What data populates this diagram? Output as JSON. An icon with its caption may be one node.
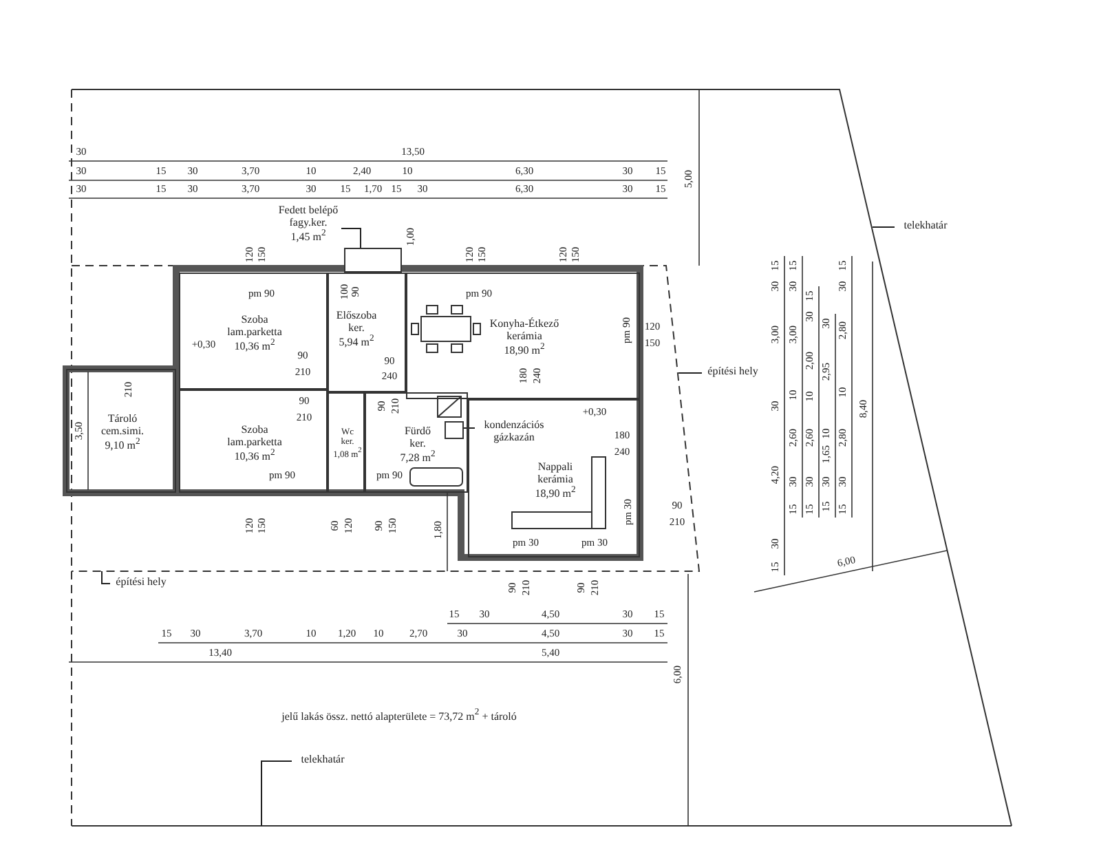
{
  "diagram": {
    "nodes": [
      {
        "text": [
          "Szoba",
          "lam.parketta",
          "10,36 m$^{2}$"
        ]
      },
      {
        "text": [
          "Előszoba",
          "ker.",
          "5,94 m$^{2}$"
        ]
      },
      {
        "text": [
          "Konyha-Étkező",
          "kerámia",
          "18,90 m$^{2}$"
        ]
      },
      {
        "text": [
          "Szoba",
          "lam.parketta",
          "10,36 m$^{2}$"
        ]
      },
      {
        "text": [
          "Tároló",
          "cem.simi.",
          "9,10 m$^{2}$"
        ]
      },
      {
        "text": [
          "Wc",
          "ker.",
          "1,08 m$^{2}$"
        ]
      },
      {
        "text": [
          "Fürdő",
          "ker.",
          "7,28 m$^{2}$"
        ]
      },
      {
        "text": [
          "Nappali",
          "kerámia",
          "18,90 m$^{2}$"
        ]
      },
      {
        "text": [
          "Fedett belépő",
          "fagy.ker.",
          "1,45 m$^{2}$"
        ]
      },
      {
        "text": [],
        "shape": "box"
      },
      {
        "text": [
          "kondenzációs gázkazán"
        ],
        "in": 7
      },
      {
        "text": [],
        "shape": "box",
        "in": 6
      },
      {
        "text": [
          "építési hely"
        ]
      },
      {
        "text": [
          "építési hely"
        ]
      },
      {
        "text": [
          "telekhatár"
        ]
      },
      {
        "text": [
          "telekhatár"
        ]
      }
    ],
    "edges": [
      {
        "from": 8,
        "to": 9,
        "arrow": "none"
      },
      {
        "from": 10,
        "to": 11,
        "arrow": "none"
      },
      {
        "from": 12,
        "to": null,
        "arrow": "none"
      },
      {
        "from": 13,
        "to": null,
        "arrow": "none"
      },
      {
        "from": 14,
        "to": null,
        "arrow": "none"
      },
      {
        "from": 15,
        "to": null,
        "arrow": "none"
      }
    ],
    "labels": [
      "30",
      "13,50",
      "30",
      "15",
      "30",
      "3,70",
      "10",
      "2,40",
      "10",
      "6,30",
      "30",
      "15",
      "30",
      "15",
      "30",
      "3,70",
      "30",
      "15",
      "1,70",
      "15",
      "30",
      "6,30",
      "30",
      "15",
      "5,00",
      "120",
      "150",
      "120",
      "150",
      "120",
      "150",
      "1,00",
      "pm 90",
      "pm 90",
      "+0,30",
      "100",
      "90",
      "90",
      "210",
      "90",
      "240",
      "pm 90",
      "120",
      "150",
      "180",
      "240",
      "210",
      "3,50",
      "90",
      "210",
      "90",
      "210",
      "+0,30",
      "180",
      "240",
      "pm 90",
      "pm 90",
      "pm 30",
      "90",
      "210",
      "120",
      "150",
      "60",
      "120",
      "90",
      "150",
      "1,80",
      "pm 30",
      "pm 30",
      "90",
      "210",
      "90",
      "210",
      "15",
      "30",
      "4,50",
      "30",
      "15",
      "15",
      "30",
      "3,70",
      "10",
      "1,20",
      "10",
      "2,70",
      "30",
      "4,50",
      "30",
      "15",
      "13,40",
      "5,40",
      "6,00",
      "jelű lakás össz. nettó alapterülete = 73,72 m$^{2}$ + tároló",
      "15",
      "30",
      "3,00",
      "30",
      "4,20",
      "30",
      "15",
      "15",
      "30",
      "3,00",
      "10",
      "2,60",
      "30",
      "15",
      "15",
      "30",
      "2,00",
      "10",
      "2,60",
      "30",
      "15",
      "30",
      "2,95",
      "10",
      "1,65",
      "30",
      "15",
      "15",
      "30",
      "2,80",
      "10",
      "2,80",
      "30",
      "15",
      "8,40",
      "6,00"
    ]
  }
}
